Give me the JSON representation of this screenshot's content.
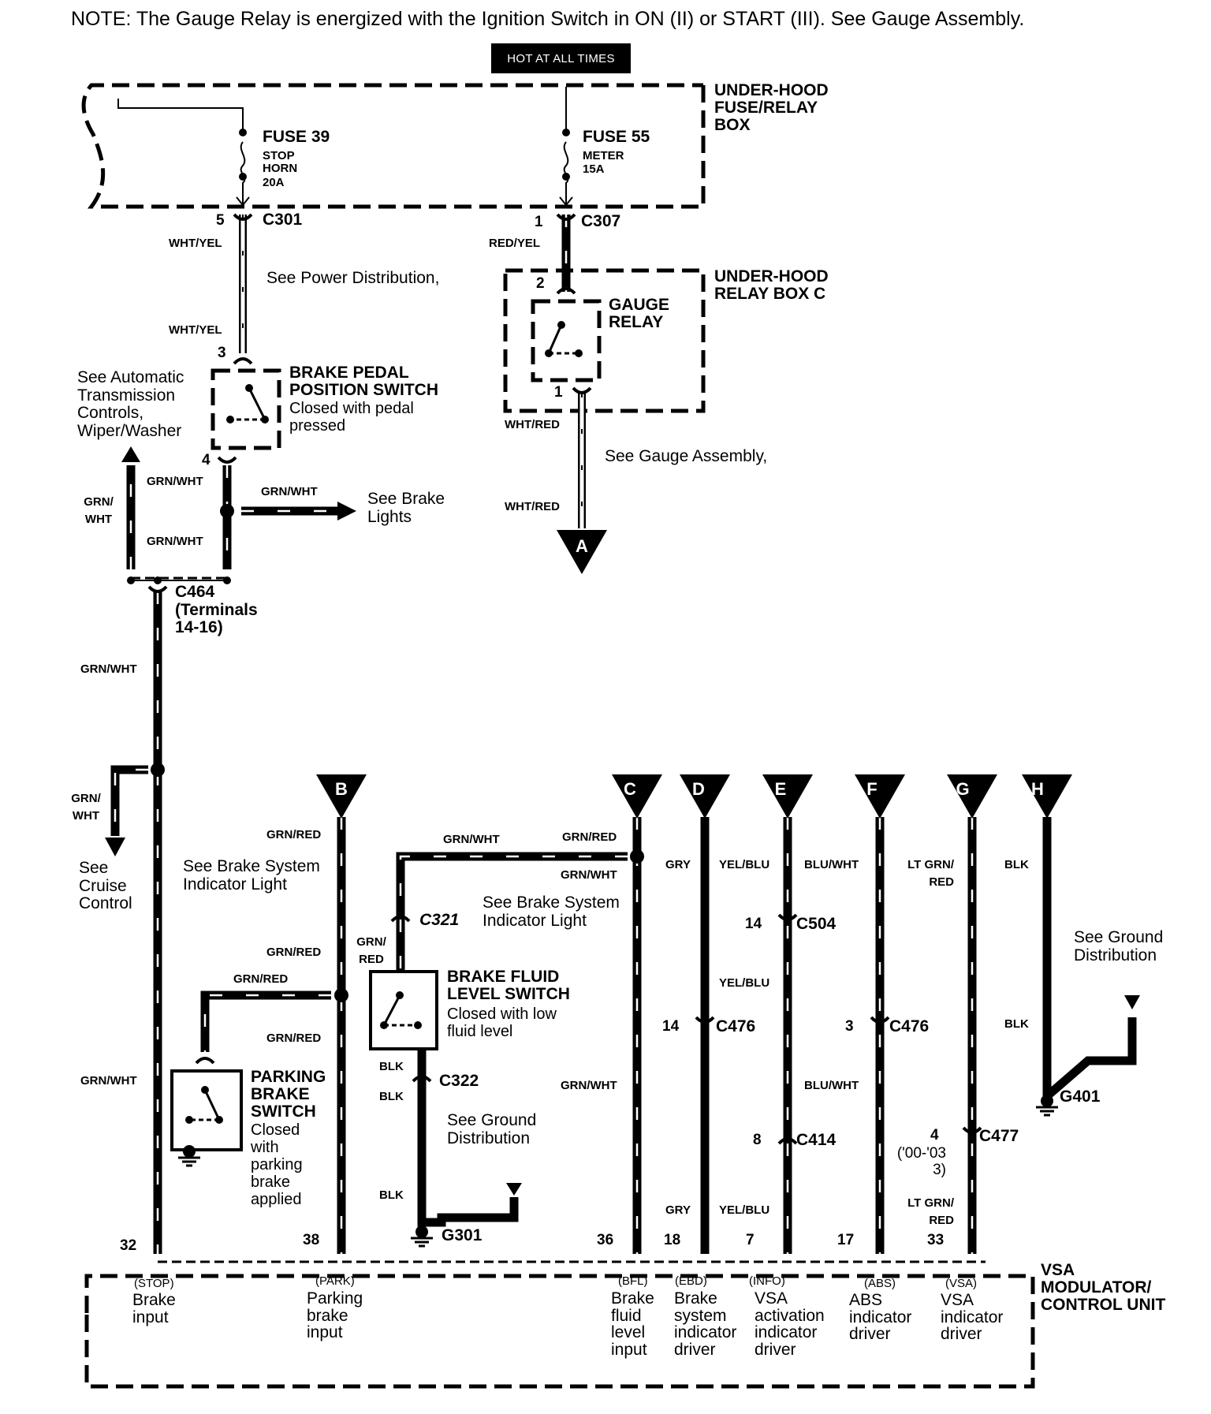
{
  "note": "NOTE: The Gauge Relay is energized with the Ignition Switch in ON (II) or START (III). See Gauge Assembly.",
  "hot_label": "HOT AT ALL TIMES",
  "fuse_box": {
    "name": "UNDER-HOOD FUSE/RELAY BOX",
    "fuses": [
      {
        "name": "FUSE 39",
        "circuits": "STOP HORN",
        "rating": "20A"
      },
      {
        "name": "FUSE 55",
        "circuits": "METER",
        "rating": "15A"
      }
    ]
  },
  "relay_box": {
    "name": "UNDER-HOOD RELAY BOX C",
    "relay": "GAUGE RELAY",
    "pin_in": "2",
    "pin_out": "1"
  },
  "connectors": {
    "c301": {
      "name": "C301",
      "pin": "5"
    },
    "c307": {
      "name": "C307",
      "pin": "1"
    },
    "c464": {
      "name": "C464",
      "detail": "(Terminals 14-16)"
    },
    "c321": {
      "name": "C321"
    },
    "c322": {
      "name": "C322"
    },
    "c504": {
      "name": "C504",
      "pin": "14"
    },
    "c476a": {
      "name": "C476",
      "pin": "14"
    },
    "c476b": {
      "name": "C476",
      "pin": "3"
    },
    "c414": {
      "name": "C414",
      "pin": "8"
    },
    "c477": {
      "name": "C477",
      "pin": "4",
      "note": "('00-'03 3)"
    }
  },
  "grounds": {
    "g301": "G301",
    "g401": "G401"
  },
  "switches": {
    "brake_pedal": {
      "name": "BRAKE PEDAL POSITION SWITCH",
      "desc": "Closed with pedal pressed",
      "pin_in": "3",
      "pin_out": "4"
    },
    "brake_fluid": {
      "name": "BRAKE FLUID LEVEL SWITCH",
      "desc": "Closed with low fluid level"
    },
    "parking": {
      "name": "PARKING BRAKE SWITCH",
      "desc": "Closed with parking brake applied"
    }
  },
  "references": {
    "power_dist": "See Power Distribution,",
    "gauge_assembly": "See Gauge Assembly,",
    "auto_trans": "See Automatic Transmission Controls, Wiper/Washer",
    "brake_lights": "See Brake Lights",
    "cruise": "See Cruise Control",
    "brake_sys_1": "See Brake System Indicator Light",
    "brake_sys_2": "See Brake System Indicator Light",
    "ground_1": "See Ground Distribution",
    "ground_2": "See Ground Distribution"
  },
  "wire_colors": {
    "wht_yel": "WHT/YEL",
    "red_yel": "RED/YEL",
    "wht_red": "WHT/RED",
    "grn_wht": "GRN/WHT",
    "grn_wht_split": "GRN/ WHT",
    "grn_red": "GRN/RED",
    "grn_red_split": "GRN/ RED",
    "blk": "BLK",
    "gry": "GRY",
    "yel_blu": "YEL/BLU",
    "blu_wht": "BLU/WHT",
    "lt_grn_red": "LT GRN/ RED"
  },
  "off_page": [
    "A",
    "B",
    "C",
    "D",
    "E",
    "F",
    "G",
    "H"
  ],
  "vsa_unit": {
    "name": "VSA MODULATOR/ CONTROL UNIT",
    "terminals": [
      {
        "pin": "32",
        "abbr": "(STOP)",
        "func": "Brake input"
      },
      {
        "pin": "38",
        "abbr": "(PARK)",
        "func": "Parking brake input"
      },
      {
        "pin": "36",
        "abbr": "(BFL)",
        "func": "Brake fluid level input"
      },
      {
        "pin": "18",
        "abbr": "(EBD)",
        "func": "Brake system indicator driver"
      },
      {
        "pin": "7",
        "abbr": "(INFO)",
        "func": "VSA activation indicator driver"
      },
      {
        "pin": "17",
        "abbr": "(ABS)",
        "func": "ABS indicator driver"
      },
      {
        "pin": "33",
        "abbr": "(VSA)",
        "func": "VSA indicator driver"
      }
    ]
  }
}
